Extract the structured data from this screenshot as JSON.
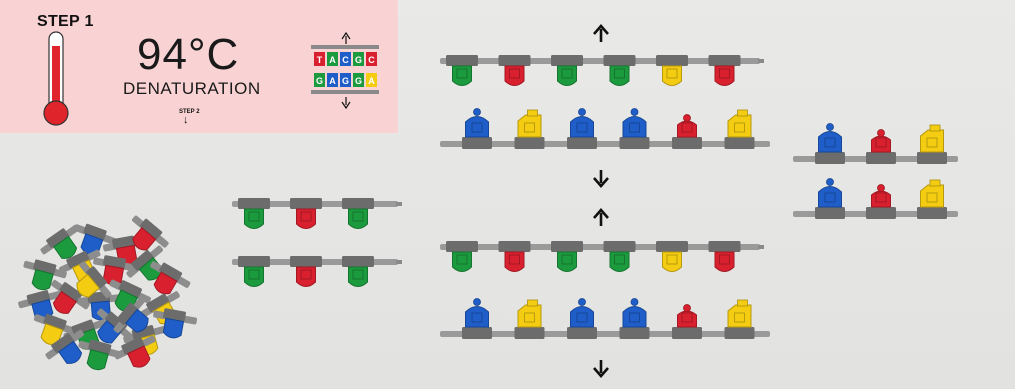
{
  "panel": {
    "step_label": "STEP 1",
    "temperature": "94°C",
    "process": "DENATURATION",
    "next_step_label": "STEP 2",
    "mini_top_letters": [
      "T",
      "A",
      "C",
      "G",
      "C"
    ],
    "mini_bottom_letters": [
      "G",
      "A",
      "G",
      "G",
      "A"
    ]
  },
  "colors": {
    "green": "#1c9a3e",
    "red": "#d8202e",
    "yellow": "#f4cc12",
    "blue": "#1f5ec8",
    "backbone": "#7a7a7a",
    "panel_bg": "#f9d3d3",
    "thermometer": "#e0242b"
  },
  "strands": {
    "step1_top": [
      "green",
      "red",
      "green",
      "green",
      "yellow",
      "red"
    ],
    "step1_bottom": [
      "blue",
      "yellow",
      "blue",
      "blue",
      "red",
      "yellow"
    ],
    "step2_top": [
      "green",
      "red",
      "green",
      "green",
      "yellow",
      "red"
    ],
    "step2_bottom": [
      "blue",
      "yellow",
      "blue",
      "blue",
      "red",
      "yellow"
    ],
    "small_left": [
      "green",
      "red",
      "green"
    ],
    "small_right": [
      "blue",
      "red",
      "yellow"
    ]
  }
}
